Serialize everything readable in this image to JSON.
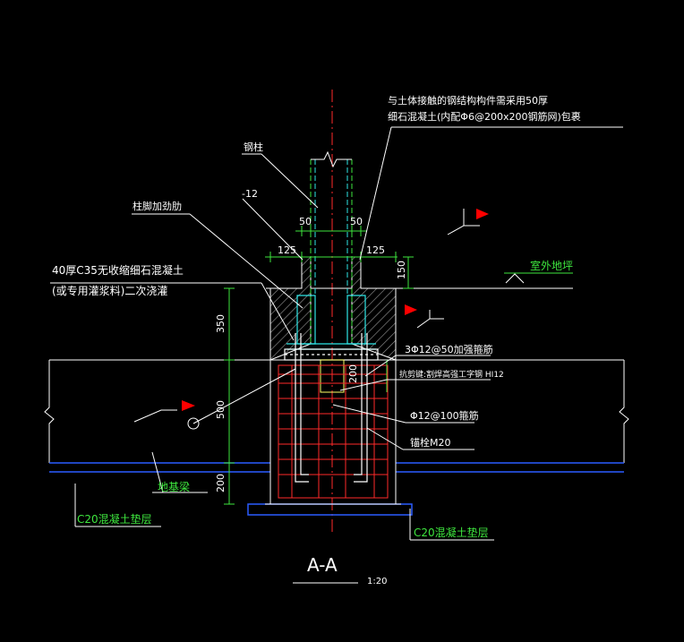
{
  "labels": {
    "steel_column": "钢柱",
    "plate_thickness": "-12",
    "stiffener": "柱脚加劲肋",
    "grout_line1": "40厚C35无收缩细石混凝土",
    "grout_line2": "(或专用灌浆料)二次浇灌",
    "encase_line1": "与土体接触的钢结构构件需采用50厚",
    "encase_line2": "细石混凝土(内配Φ6@200x200钢筋网)包裹",
    "outdoor_grade": "室外地坪",
    "rebar_top": "3Φ12@50加强箍筋",
    "shear_key": "抗剪键:割焊高强工字钢 HI12",
    "rebar_stirrup": "Φ12@100箍筋",
    "anchor_bolt": "锚栓M20",
    "ground_beam": "地基梁",
    "cushion_left": "C20混凝土垫层",
    "cushion_right": "C20混凝土垫层",
    "section_title": "A-A",
    "section_scale": "1:20"
  },
  "dimensions": {
    "d50_left": "50",
    "d50_right": "50",
    "d125_left": "125",
    "d125_right": "125",
    "d150": "150",
    "d350": "350",
    "d500": "500",
    "d200_left": "200",
    "d200_inner": "200"
  },
  "colors": {
    "background": "#000000",
    "linework": "#ffffff",
    "dimension": "#3ee63e",
    "rebar": "#ff2a2a",
    "steel": "#2ee6e6",
    "beam": "#2b5cff",
    "flag": "#ff0000",
    "centerline": "#ff2a2a"
  }
}
